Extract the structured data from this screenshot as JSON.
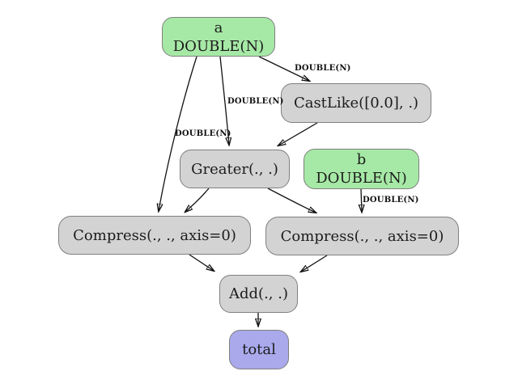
{
  "diagram": {
    "colors": {
      "input_node_fill": "#a6e9a6",
      "operator_node_fill": "#d3d3d3",
      "output_node_fill": "#a9a9ec",
      "node_border": "#7f7f7f",
      "edge_color": "#111111",
      "background": "#ffffff"
    },
    "nodes": {
      "a": {
        "name": "a",
        "type": "DOUBLE(N)"
      },
      "b": {
        "name": "b",
        "type": "DOUBLE(N)"
      },
      "castlike": {
        "label": "CastLike([0.0], .)"
      },
      "greater": {
        "label": "Greater(., .)"
      },
      "compress_left": {
        "label": "Compress(., ., axis=0)"
      },
      "compress_right": {
        "label": "Compress(., ., axis=0)"
      },
      "add": {
        "label": "Add(., .)"
      },
      "total": {
        "label": "total"
      }
    },
    "edges": [
      {
        "from": "a",
        "to": "CastLike([0.0], .)",
        "label": "DOUBLE(N)"
      },
      {
        "from": "a",
        "to": "Greater(., .)",
        "label": "DOUBLE(N)"
      },
      {
        "from": "a",
        "to": "Compress(., ., axis=0) [left]",
        "label": "DOUBLE(N)"
      },
      {
        "from": "b",
        "to": "Compress(., ., axis=0) [right]",
        "label": "DOUBLE(N)"
      },
      {
        "from": "CastLike([0.0], .)",
        "to": "Greater(., .)",
        "label": ""
      },
      {
        "from": "Greater(., .)",
        "to": "Compress(., ., axis=0) [left]",
        "label": ""
      },
      {
        "from": "Greater(., .)",
        "to": "Compress(., ., axis=0) [right]",
        "label": ""
      },
      {
        "from": "Compress(., ., axis=0) [left]",
        "to": "Add(., .)",
        "label": ""
      },
      {
        "from": "Compress(., ., axis=0) [right]",
        "to": "Add(., .)",
        "label": ""
      },
      {
        "from": "Add(., .)",
        "to": "total",
        "label": ""
      }
    ]
  }
}
